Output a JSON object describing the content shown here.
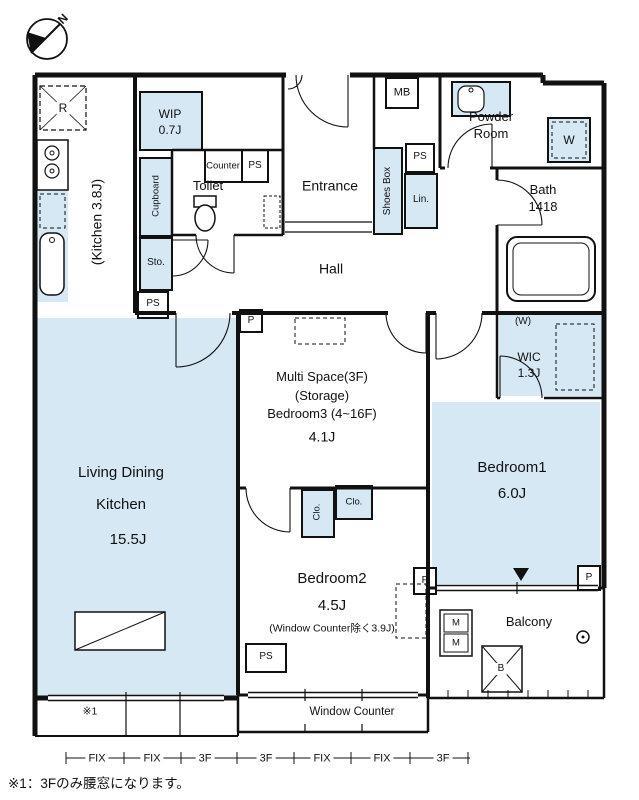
{
  "compass": {
    "n": "N"
  },
  "rooms": {
    "kitchen_side": "(Kitchen 3.8J)",
    "fridge": "R",
    "wip": "WIP",
    "wip_size": "0.7J",
    "counter": "Counter",
    "ps": "PS",
    "toilet": "Toilet",
    "entrance": "Entrance",
    "shoes_box": "Shoes Box",
    "lin": "Lin.",
    "mb": "MB",
    "powder_1": "Powder",
    "powder_2": "Room",
    "washer": "W",
    "bath": "Bath",
    "bath_size": "1418",
    "cupboard": "Cupboard",
    "sto": "Sto.",
    "hall": "Hall",
    "p": "P",
    "wic_w": "(W)",
    "wic": "WIC",
    "wic_size": "1.3J",
    "multi_1": "Multi Space(3F)",
    "multi_2": "(Storage)",
    "multi_3": "Bedroom3 (4~16F)",
    "multi_size": "4.1J",
    "bedroom1": "Bedroom1",
    "bedroom1_size": "6.0J",
    "ldk_1": "Living Dining",
    "ldk_2": "Kitchen",
    "ldk_size": "15.5J",
    "clo": "Clo.",
    "bedroom2": "Bedroom2",
    "bedroom2_size": "4.5J",
    "bedroom2_note": "(Window Counter除く3.9J)",
    "balcony": "Balcony",
    "meter": "M",
    "boiler": "B",
    "window_counter": "Window Counter",
    "note_mark": "※1"
  },
  "dimensions": {
    "fix": "FIX",
    "f3": "3F"
  },
  "footnote": "※1：3Fのみ腰窓になります。",
  "colors": {
    "fill": "#d7e8f5",
    "wall": "#111111"
  }
}
